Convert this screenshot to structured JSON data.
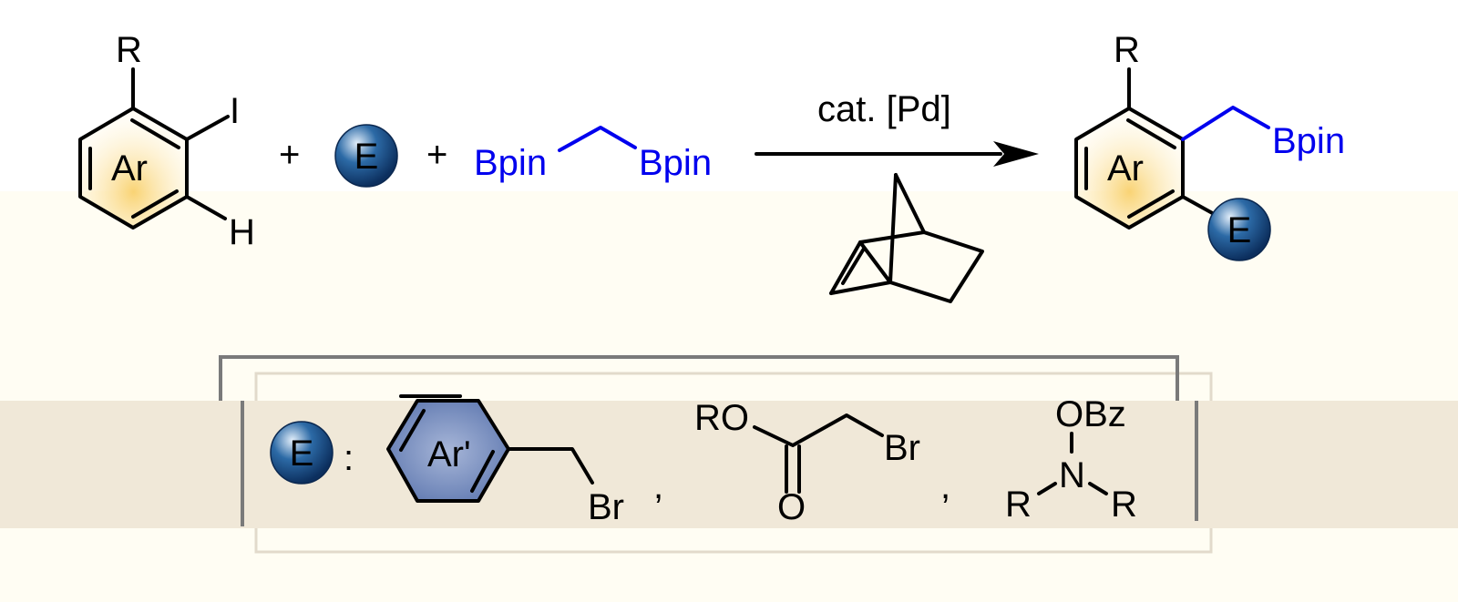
{
  "colors": {
    "background_top": "#ffffff",
    "background_band": "#fffdf3",
    "substituent_band": "#f0e8d8",
    "boron_blue": "#0000ee",
    "ring_fill": "#f9d374",
    "aryl_fill": "#7690c4",
    "electrophile_badge": "#2c6aa6"
  },
  "reactant": {
    "substituent": "R",
    "ring_label": "Ar",
    "halide": "I",
    "hydrogen": "H"
  },
  "operators": {
    "plus_1": "+",
    "plus_2": "+"
  },
  "electrophile_label": "E",
  "reagent": {
    "boryl_left": "Bpin",
    "boryl_right": "Bpin"
  },
  "arrow": {
    "catalyst": "cat. [Pd]",
    "cocatalyst_icon": "norbornene-icon"
  },
  "product": {
    "substituent": "R",
    "ring_label": "Ar",
    "boryl": "Bpin",
    "electrophile": "E"
  },
  "electrophile_scope": {
    "badge": "E",
    "colon": ":",
    "benzyl": {
      "ring_label": "Ar'",
      "leaving_group": "Br"
    },
    "comma_1": ",",
    "ester": {
      "alkoxy": "RO",
      "carbonyl_o": "O",
      "leaving_group": "Br"
    },
    "comma_2": ",",
    "amine": {
      "oxy": "OBz",
      "nitrogen": "N",
      "r_left": "R",
      "r_right": "R"
    }
  }
}
